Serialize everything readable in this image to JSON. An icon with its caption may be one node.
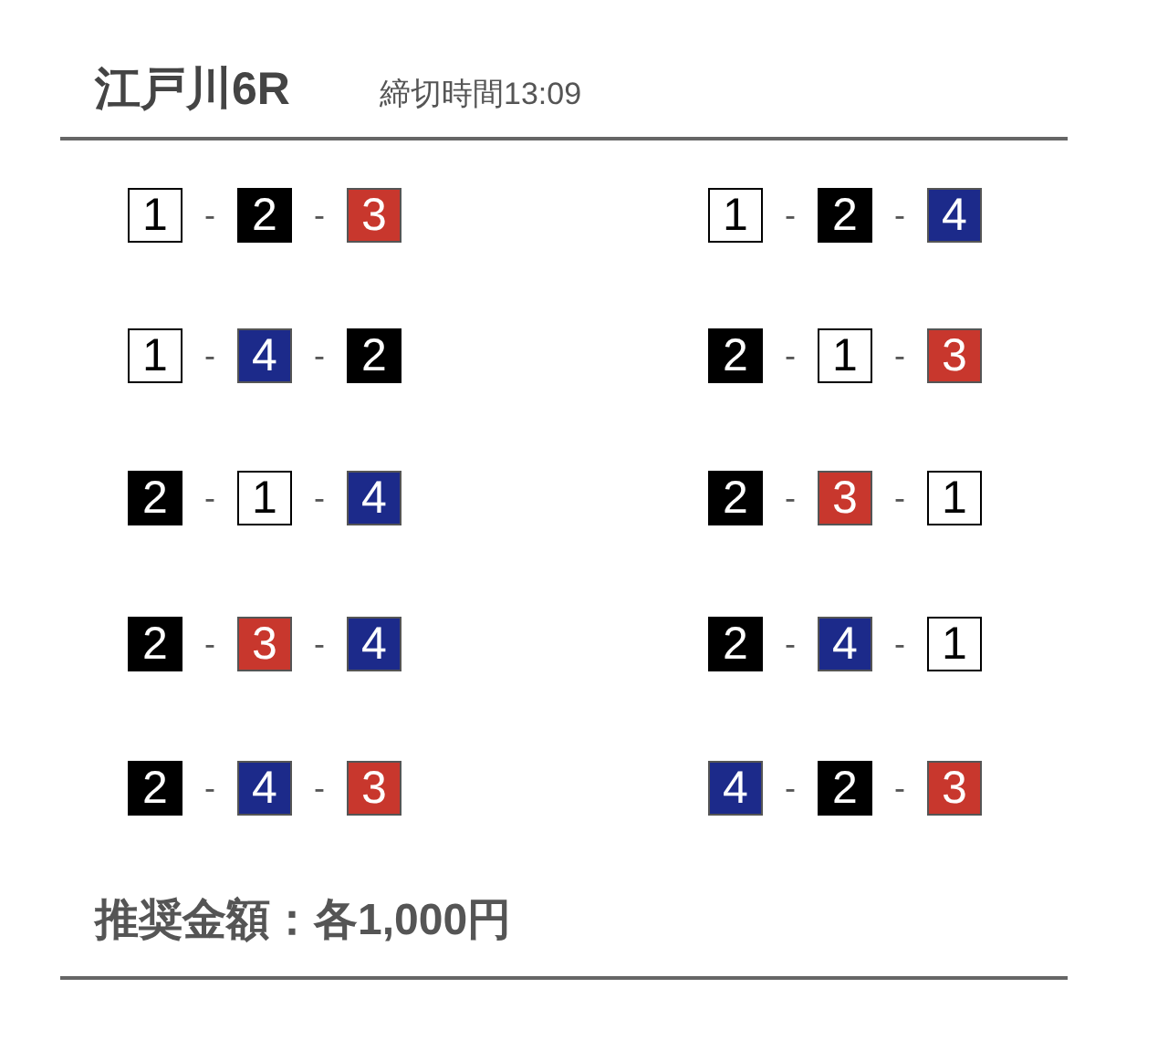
{
  "diagram": {
    "title": "江戸川6R",
    "nodes": [
      {
        "text": [
          "1"
        ]
      },
      {
        "text": [
          "2"
        ]
      },
      {
        "text": [
          "3"
        ]
      },
      {
        "text": [
          "1"
        ]
      },
      {
        "text": [
          "2"
        ]
      },
      {
        "text": [
          "4"
        ]
      },
      {
        "text": [
          "1"
        ]
      },
      {
        "text": [
          "4"
        ]
      },
      {
        "text": [
          "2"
        ]
      },
      {
        "text": [
          "2"
        ]
      },
      {
        "text": [
          "1"
        ]
      },
      {
        "text": [
          "3"
        ]
      },
      {
        "text": [
          "2"
        ]
      },
      {
        "text": [
          "1"
        ]
      },
      {
        "text": [
          "4"
        ]
      },
      {
        "text": [
          "2"
        ]
      },
      {
        "text": [
          "3"
        ]
      },
      {
        "text": [
          "1"
        ]
      },
      {
        "text": [
          "2"
        ]
      },
      {
        "text": [
          "3"
        ]
      },
      {
        "text": [
          "4"
        ]
      },
      {
        "text": [
          "2"
        ]
      },
      {
        "text": [
          "4"
        ]
      },
      {
        "text": [
          "1"
        ]
      },
      {
        "text": [
          "2"
        ]
      },
      {
        "text": [
          "4"
        ]
      },
      {
        "text": [
          "3"
        ]
      },
      {
        "text": [
          "4"
        ]
      },
      {
        "text": [
          "2"
        ]
      },
      {
        "text": [
          "3"
        ]
      }
    ],
    "labels": [
      "締切時間13:09",
      "-",
      "-",
      "-",
      "-",
      "-",
      "-",
      "-",
      "-",
      "-",
      "-",
      "-",
      "-",
      "-",
      "-",
      "-",
      "-",
      "-",
      "-",
      "-",
      "-",
      "推奨金額：各1,000円"
    ]
  }
}
